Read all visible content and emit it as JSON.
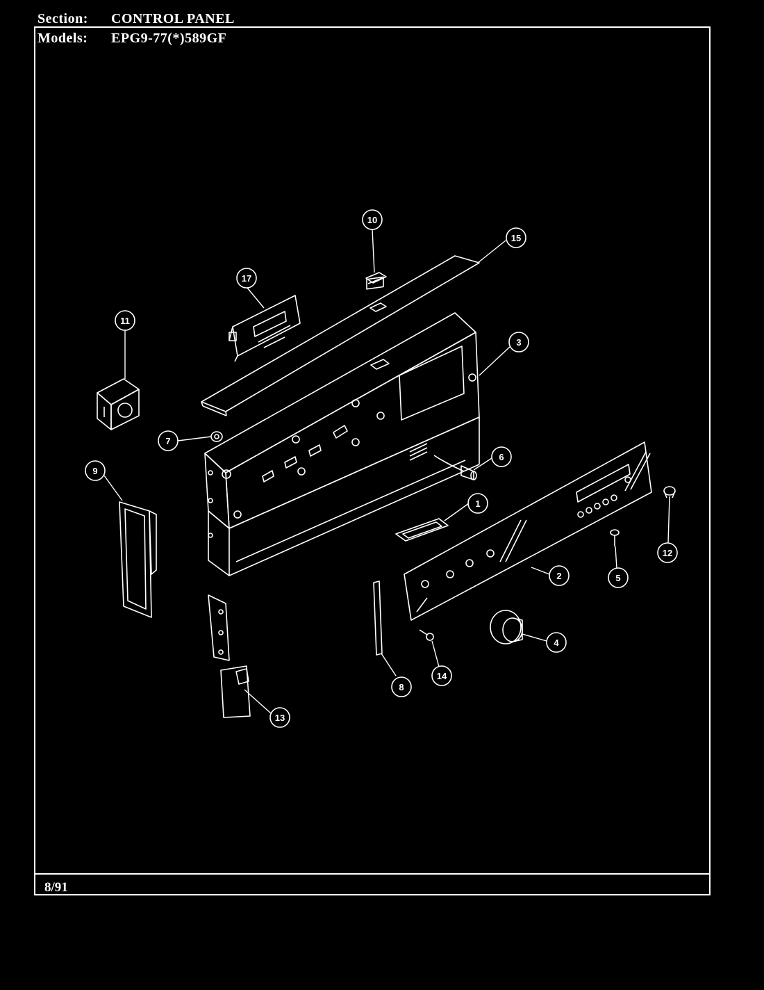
{
  "header": {
    "section_label": "Section:",
    "section_value": "CONTROL PANEL",
    "models_label": "Models:",
    "models_value": "EPG9-77(*)589GF"
  },
  "footer": {
    "date": "8/91"
  },
  "callouts": [
    "1",
    "2",
    "3",
    "4",
    "5",
    "6",
    "7",
    "8",
    "9",
    "10",
    "11",
    "12",
    "13",
    "14",
    "15",
    "17"
  ],
  "colors": {
    "background": "#000000",
    "line": "#ffffff"
  }
}
